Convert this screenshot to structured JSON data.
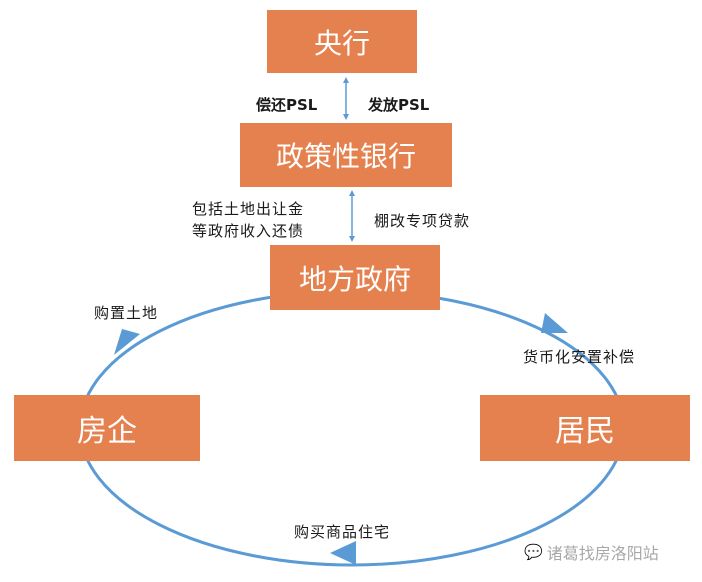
{
  "nodes": {
    "central_bank": "央行",
    "policy_bank": "政策性银行",
    "local_gov": "地方政府",
    "developer": "房企",
    "residents": "居民"
  },
  "edges": {
    "repay_psl": "偿还PSL",
    "issue_psl": "发放PSL",
    "repay_land_line1": "包括土地出让金",
    "repay_land_line2": "等政府收入还债",
    "shantytown_loan": "棚改专项贷款",
    "buy_land": "购置土地",
    "cash_compensation": "货币化安置补偿",
    "buy_housing": "购买商品住宅"
  },
  "watermark": {
    "icon": "wechat-icon",
    "text": "诸葛找房洛阳站"
  },
  "colors": {
    "box": "#e5804f",
    "arrow": "#5b9bd5",
    "text": "#1a1a1a"
  }
}
